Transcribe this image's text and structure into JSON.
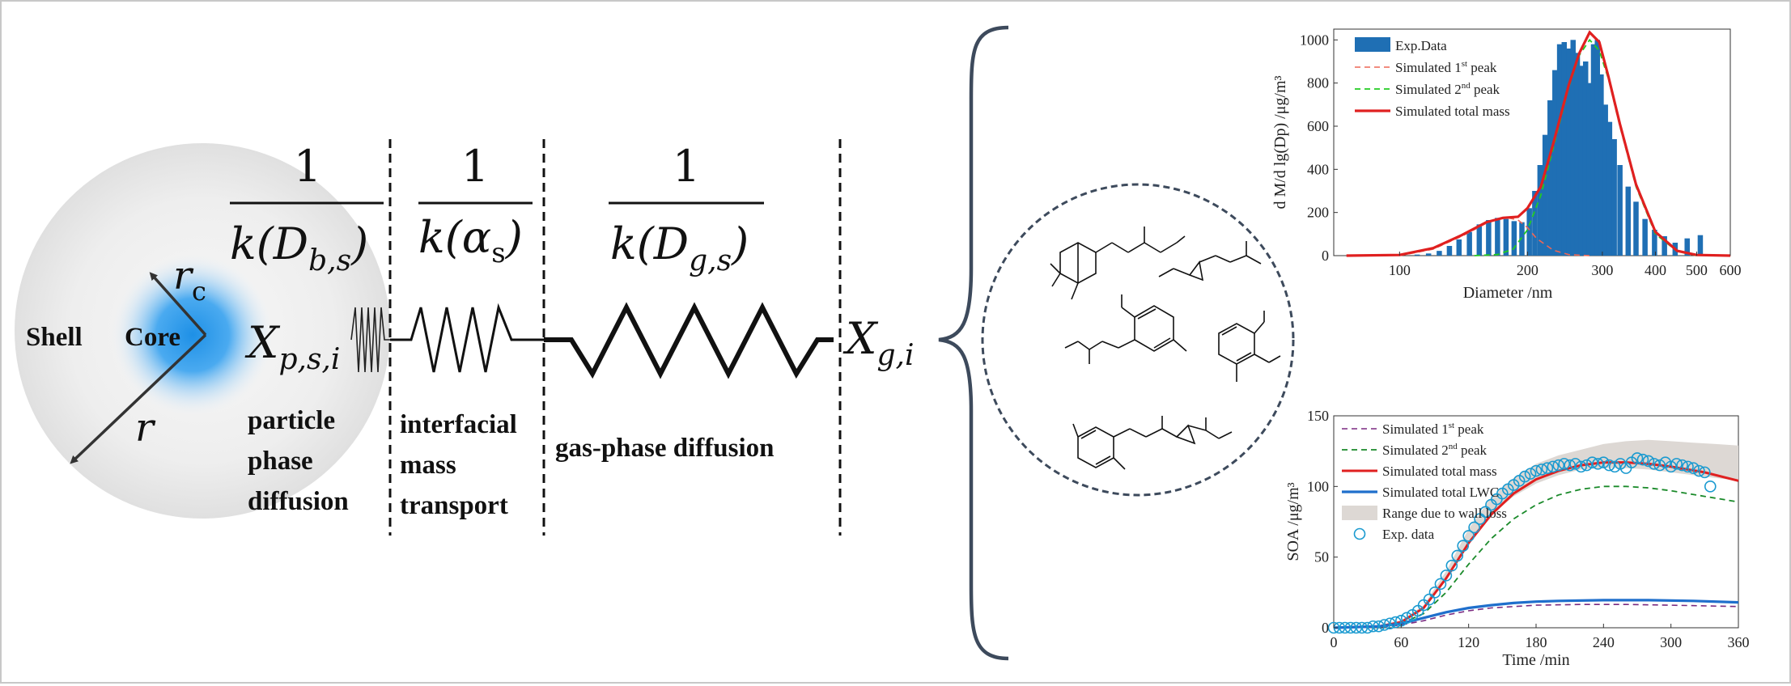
{
  "diagram": {
    "shell_label": "Shell",
    "core_label": "Core",
    "r_label": "r",
    "rc_main": "r",
    "rc_sub": "c",
    "xp_main": "X",
    "xp_sub": "p,s,i",
    "xg_main": "X",
    "xg_sub": "g,i",
    "one": "1",
    "k_b": "k(D",
    "k_b_sub": "b,s",
    "k_b_close": ")",
    "k_a": "k(α",
    "k_a_sub": "s",
    "k_a_close": ")",
    "k_g": "k(D",
    "k_g_sub": "g,s",
    "k_g_close": ")",
    "region1": [
      "particle",
      "phase",
      "diffusion"
    ],
    "region2": [
      "interfacial",
      "mass",
      "transport"
    ],
    "region3": "gas-phase diffusion"
  },
  "colors": {
    "bar_blue": "#1f6fb4",
    "total_red": "#e02020",
    "peak1_red": "#ee6655",
    "peak2_green": "#22cc22",
    "peak1_purple": "#7a2a80",
    "peak2_darkgreen": "#1a8a2a",
    "lwc_blue": "#1f6fcc",
    "wall_gray": "#ddd8d4",
    "bracket": "#3d4a5c"
  },
  "chart_data": [
    {
      "type": "bar",
      "xlabel": "Diameter /nm",
      "ylabel": "d M/d lg(Dp) /μg/m³",
      "x_scale": "log",
      "xlim": [
        70,
        600
      ],
      "ylim": [
        0,
        1050
      ],
      "xticks": [
        "100",
        "200",
        "300",
        "400",
        "500",
        "600"
      ],
      "yticks": [
        "0",
        "200",
        "400",
        "600",
        "800",
        "1000"
      ],
      "legend": [
        {
          "name": "Exp.Data",
          "sup": "",
          "suffix": ""
        },
        {
          "name": "Simulated 1",
          "sup": "st",
          "suffix": " peak"
        },
        {
          "name": "Simulated 2",
          "sup": "nd",
          "suffix": " peak"
        },
        {
          "name": "Simulated total mass",
          "sup": "",
          "suffix": ""
        }
      ],
      "bars": {
        "x": [
          110,
          117,
          124,
          131,
          138,
          146,
          154,
          162,
          170,
          178,
          186,
          194,
          202,
          208,
          214,
          220,
          226,
          232,
          238,
          244,
          250,
          256,
          262,
          268,
          274,
          280,
          286,
          292,
          298,
          305,
          312,
          320,
          330,
          345,
          360,
          378,
          398,
          420,
          445,
          475,
          510
        ],
        "values": [
          5,
          10,
          22,
          45,
          75,
          110,
          145,
          165,
          175,
          170,
          160,
          155,
          220,
          300,
          420,
          560,
          720,
          860,
          980,
          990,
          960,
          1000,
          940,
          880,
          900,
          800,
          980,
          1000,
          840,
          700,
          620,
          540,
          420,
          320,
          250,
          170,
          120,
          90,
          60,
          80,
          95
        ]
      },
      "series": [
        {
          "x": [
            100,
            120,
            140,
            160,
            170,
            180,
            190,
            200,
            210,
            230,
            250,
            280
          ],
          "values": [
            0,
            30,
            90,
            150,
            170,
            175,
            165,
            130,
            80,
            25,
            5,
            0
          ]
        },
        {
          "x": [
            150,
            170,
            185,
            200,
            215,
            230,
            250,
            265,
            280,
            295,
            310,
            330,
            360,
            400,
            450,
            500
          ],
          "values": [
            0,
            5,
            30,
            120,
            280,
            500,
            780,
            930,
            1000,
            950,
            820,
            600,
            320,
            100,
            20,
            0
          ]
        },
        {
          "x": [
            75,
            100,
            120,
            140,
            160,
            175,
            190,
            200,
            215,
            230,
            250,
            265,
            280,
            295,
            310,
            330,
            360,
            400,
            450,
            500,
            600
          ],
          "values": [
            0,
            3,
            35,
            95,
            155,
            175,
            180,
            220,
            320,
            520,
            790,
            940,
            1035,
            990,
            830,
            610,
            330,
            110,
            22,
            3,
            0
          ]
        }
      ]
    },
    {
      "type": "line",
      "xlabel": "Time /min",
      "ylabel": "SOA /μg/m³",
      "xlim": [
        0,
        360
      ],
      "ylim": [
        0,
        150
      ],
      "xticks": [
        "0",
        "60",
        "120",
        "180",
        "240",
        "300",
        "360"
      ],
      "yticks": [
        "0",
        "50",
        "100",
        "150"
      ],
      "legend": [
        {
          "name": "Simulated 1",
          "sup": "st",
          "suffix": " peak"
        },
        {
          "name": "Simulated 2",
          "sup": "nd",
          "suffix": " peak"
        },
        {
          "name": "Simulated total mass",
          "sup": "",
          "suffix": ""
        },
        {
          "name": "Simulated total LWC",
          "sup": "",
          "suffix": ""
        },
        {
          "name": "Range due to wall loss",
          "sup": "",
          "suffix": ""
        },
        {
          "name": "Exp. data",
          "sup": "",
          "suffix": ""
        }
      ],
      "wall_range": {
        "x": [
          0,
          40,
          60,
          80,
          100,
          120,
          140,
          160,
          180,
          200,
          220,
          240,
          260,
          280,
          300,
          320,
          340,
          360
        ],
        "low": [
          0,
          2,
          5,
          15,
          35,
          60,
          80,
          93,
          102,
          108,
          112,
          113,
          113,
          112,
          110,
          108,
          106,
          104
        ],
        "high": [
          0,
          2,
          5,
          16,
          40,
          70,
          92,
          106,
          116,
          122,
          126,
          130,
          132,
          133,
          132,
          131,
          130,
          129
        ]
      },
      "series": [
        {
          "x": [
            0,
            40,
            60,
            80,
            100,
            120,
            140,
            160,
            180,
            220,
            260,
            300,
            360
          ],
          "values": [
            0,
            0.5,
            2,
            5,
            9,
            12,
            14,
            15,
            16,
            16.5,
            16.5,
            16,
            15
          ]
        },
        {
          "x": [
            0,
            40,
            60,
            80,
            100,
            120,
            140,
            160,
            180,
            200,
            220,
            240,
            260,
            280,
            300,
            330,
            360
          ],
          "values": [
            0,
            0.5,
            3,
            10,
            25,
            45,
            63,
            77,
            87,
            94,
            98,
            100,
            100,
            99,
            97,
            93,
            89
          ]
        },
        {
          "x": [
            0,
            40,
            60,
            80,
            100,
            120,
            140,
            160,
            180,
            200,
            220,
            240,
            260,
            280,
            300,
            330,
            360
          ],
          "values": [
            0,
            1,
            4,
            14,
            35,
            60,
            80,
            95,
            105,
            111,
            115,
            117,
            117,
            116,
            114,
            110,
            104
          ]
        },
        {
          "x": [
            0,
            40,
            60,
            80,
            100,
            120,
            140,
            160,
            180,
            200,
            240,
            280,
            320,
            360
          ],
          "values": [
            0,
            1,
            3,
            7,
            11,
            14,
            16,
            17.5,
            18.5,
            19,
            19.5,
            19.5,
            19,
            18
          ]
        }
      ],
      "points": {
        "x": [
          0,
          5,
          10,
          15,
          20,
          25,
          30,
          35,
          40,
          45,
          50,
          55,
          60,
          65,
          70,
          75,
          80,
          85,
          90,
          95,
          100,
          105,
          110,
          115,
          120,
          125,
          130,
          135,
          140,
          145,
          150,
          155,
          160,
          165,
          170,
          175,
          180,
          185,
          190,
          195,
          200,
          205,
          210,
          215,
          220,
          225,
          230,
          235,
          240,
          245,
          250,
          255,
          260,
          265,
          270,
          275,
          280,
          285,
          290,
          295,
          300,
          305,
          310,
          315,
          320,
          325,
          330,
          335
        ],
        "values": [
          0,
          0,
          0,
          0,
          0,
          0,
          0,
          1,
          1,
          2,
          3,
          4,
          5,
          7,
          9,
          12,
          16,
          20,
          25,
          31,
          37,
          44,
          51,
          58,
          65,
          71,
          77,
          82,
          87,
          91,
          95,
          98,
          101,
          104,
          107,
          109,
          111,
          112,
          113,
          114,
          115,
          116,
          115,
          116,
          114,
          115,
          117,
          116,
          117,
          115,
          114,
          116,
          113,
          117,
          120,
          119,
          118,
          116,
          115,
          117,
          114,
          116,
          115,
          114,
          113,
          111,
          110,
          100
        ]
      }
    }
  ]
}
